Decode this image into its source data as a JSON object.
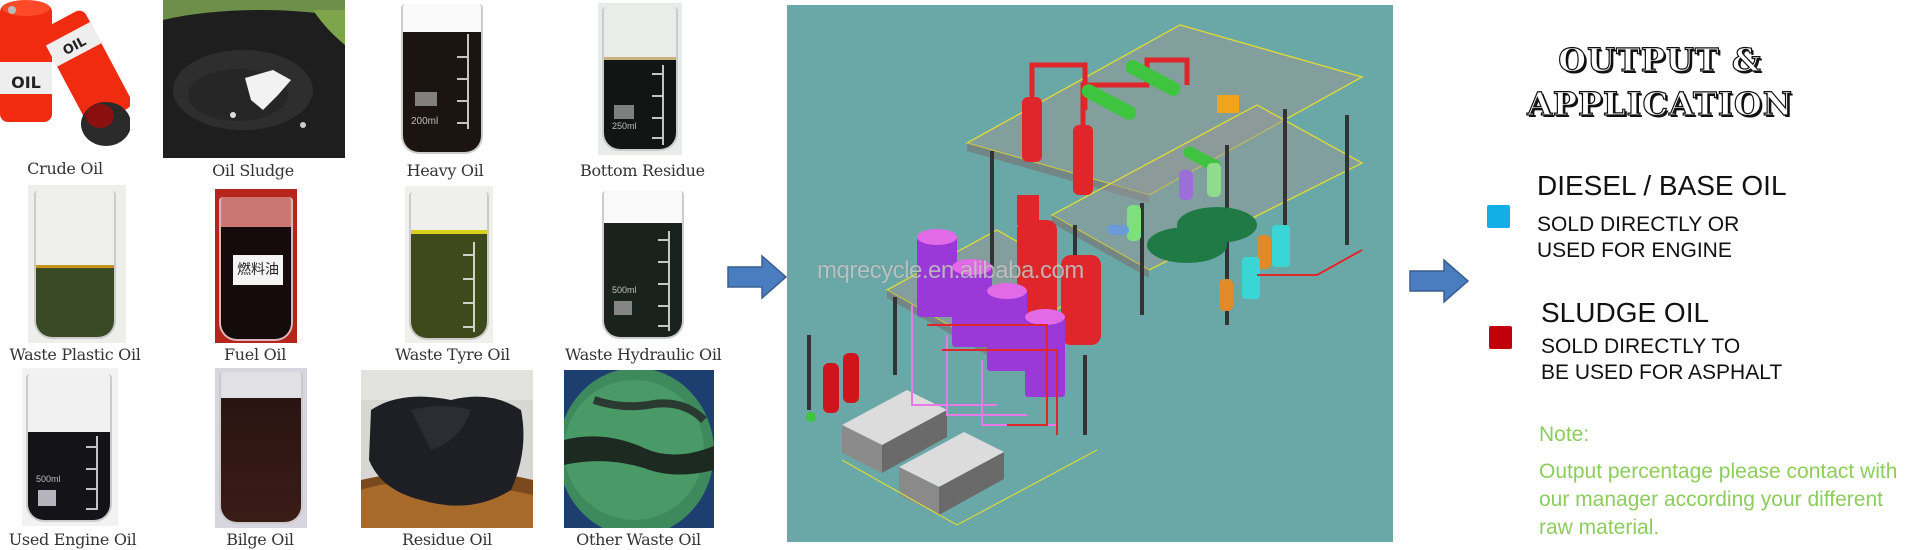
{
  "raw_materials": [
    {
      "label": "Crude Oil"
    },
    {
      "label": "Oil Sludge"
    },
    {
      "label": "Heavy Oil"
    },
    {
      "label": "Bottom Residue"
    },
    {
      "label": "Waste Plastic Oil"
    },
    {
      "label": "Fuel Oil"
    },
    {
      "label": "Waste Tyre Oil"
    },
    {
      "label": "Waste Hydraulic Oil"
    },
    {
      "label": "Used Engine Oil"
    },
    {
      "label": "Bilge Oil"
    },
    {
      "label": "Residue Oil"
    },
    {
      "label": "Other Waste Oil"
    }
  ],
  "photo_text": {
    "barrel_label": "OIL",
    "fuel_oil_label": "燃料油",
    "heavy_oil_volume": "200ml",
    "bottom_residue_volume": "250ml",
    "hydraulic_volume": "500ml",
    "engine_volume": "500ml"
  },
  "diagram": {
    "watermark": "mqrecycle.en.alibaba.com",
    "background": "#6aa8a7"
  },
  "output": {
    "title_line1": "OUTPUT &",
    "title_line2": "APPLICATION",
    "products": [
      {
        "name": "DIESEL / BASE OIL",
        "line1": "SOLD DIRECTLY OR",
        "line2": "USED FOR ENGINE",
        "color": "#12aee6"
      },
      {
        "name": "SLUDGE OIL",
        "line1": "SOLD DIRECTLY TO",
        "line2": "BE USED FOR ASPHALT",
        "color": "#c0000b"
      }
    ],
    "note_label": "Note:",
    "note_text": "Output percentage please contact with our manager according your different raw material."
  },
  "colors": {
    "arrow_fill": "#4a7cc0",
    "arrow_stroke": "#3a5f92",
    "note_green": "#8ccd5c"
  }
}
